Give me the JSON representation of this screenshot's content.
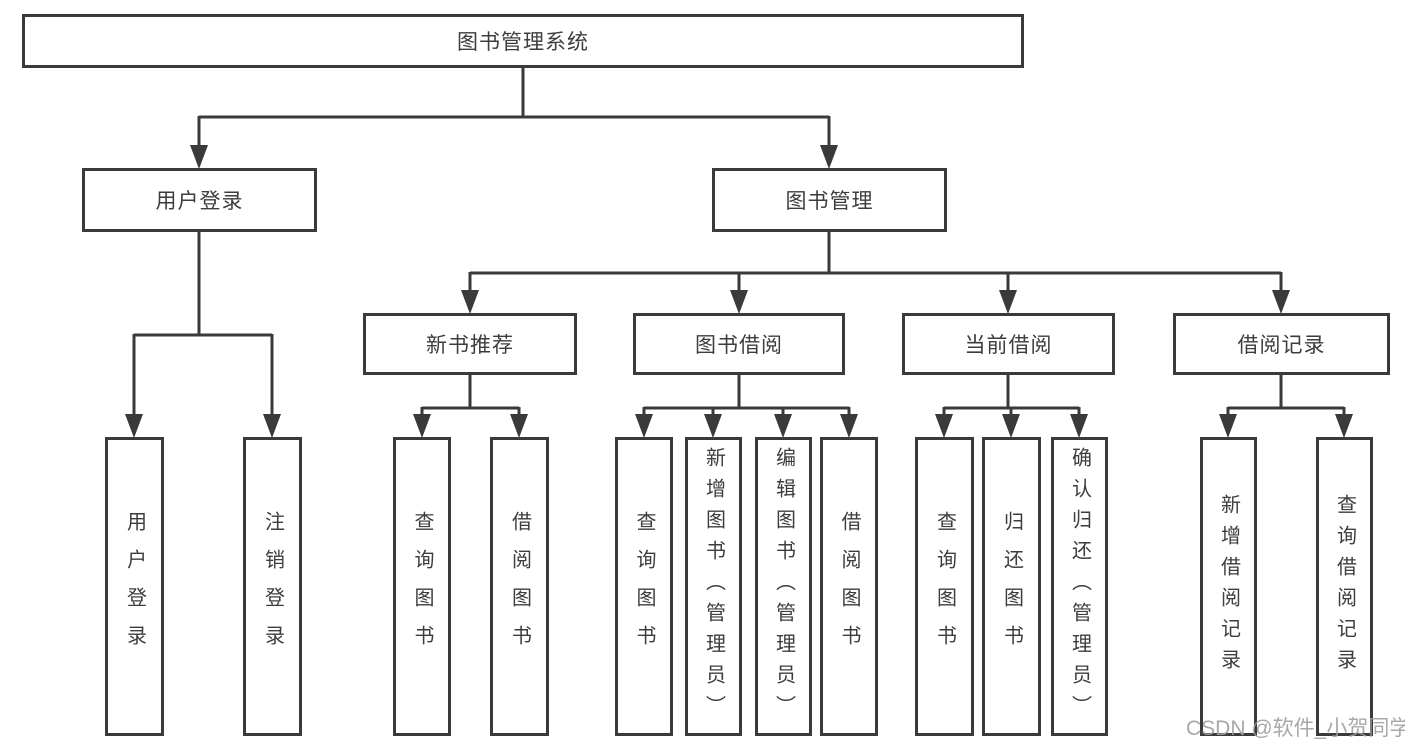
{
  "diagram": {
    "title_node": "图书管理系统",
    "level2": {
      "user_login": "用户登录",
      "book_management": "图书管理"
    },
    "level3": {
      "new_book_recommend": "新书推荐",
      "book_borrow": "图书借阅",
      "current_borrow": "当前借阅",
      "borrow_records": "借阅记录"
    },
    "leaves": {
      "user_login": [
        "用户登录",
        "注销登录"
      ],
      "new_book_recommend": [
        "查询图书",
        "借阅图书"
      ],
      "book_borrow": [
        "查询图书",
        "新增图书（管理员）",
        "编辑图书（管理员）",
        "借阅图书"
      ],
      "current_borrow": [
        "查询图书",
        "归还图书",
        "确认归还（管理员）"
      ],
      "borrow_records": [
        "新增借阅记录",
        "查询借阅记录"
      ]
    },
    "colors": {
      "line": "#3a3a3a",
      "text": "#3d3d3d",
      "watermark": "#9e9e9e"
    }
  },
  "watermark": {
    "text": "CSDN @软件_小贺同学"
  }
}
